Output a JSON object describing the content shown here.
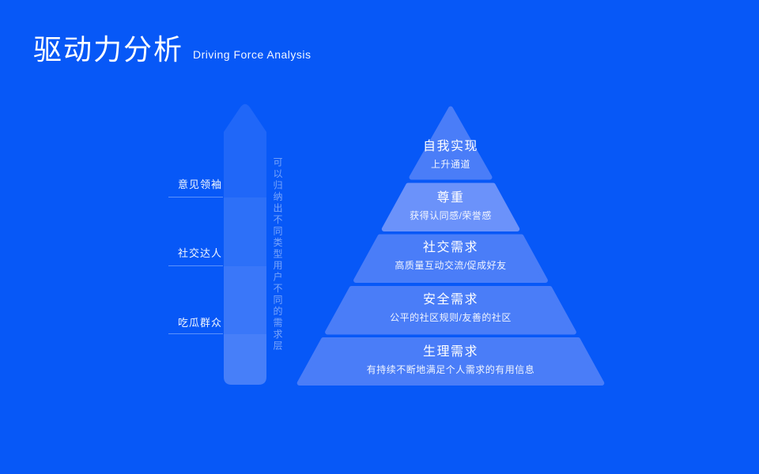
{
  "slide": {
    "title_zh": "驱动力分析",
    "title_en": "Driving Force Analysis"
  },
  "left_panel": {
    "vertical_note": "可以归纳出不同类型用户不同的需求层",
    "groups": [
      {
        "label": "意见领袖"
      },
      {
        "label": "社交达人"
      },
      {
        "label": "吃瓜群众"
      }
    ],
    "arrow_icon": "up-arrow"
  },
  "pyramid": {
    "levels": [
      {
        "title": "自我实现",
        "desc": "上升通道"
      },
      {
        "title": "尊重",
        "desc": "获得认同感/荣誉感"
      },
      {
        "title": "社交需求",
        "desc": "高质量互动交流/促成好友"
      },
      {
        "title": "安全需求",
        "desc": "公平的社区规则/友善的社区"
      },
      {
        "title": "生理需求",
        "desc": "有持续不断地满足个人需求的有用信息"
      }
    ]
  },
  "colors": {
    "background": "#0758F7",
    "tier_fill": "#4A7DF8",
    "tier_fill_highlight": "#6B92FA",
    "arrow_segment_1": "#2067F8",
    "arrow_segment_2": "#2D70F8",
    "arrow_segment_3": "#3A77F9",
    "arrow_segment_4": "#477FF9",
    "text_primary": "#FFFFFF"
  }
}
